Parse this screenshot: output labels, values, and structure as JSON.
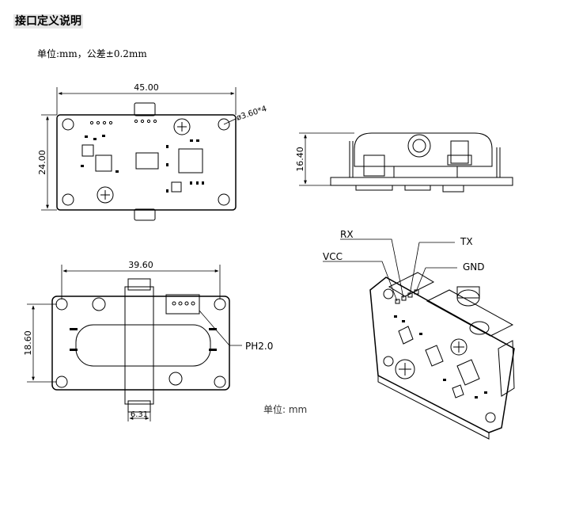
{
  "header": {
    "title": "接口定义说明",
    "unit_note": "单位:mm，公差±0.2mm"
  },
  "top_view": {
    "width_dim": "45.00",
    "height_dim": "24.00",
    "hole_dim": "ø3.60*4"
  },
  "side_view": {
    "height_dim": "16.40"
  },
  "bottom_view": {
    "width_dim": "39.60",
    "height_dim": "18.60",
    "port_dim": "6.31",
    "connector_label": "PH2.0"
  },
  "pinout": {
    "rx": "RX",
    "tx": "TX",
    "vcc": "VCC",
    "gnd": "GND"
  },
  "footer": {
    "unit_note": "单位: mm"
  }
}
